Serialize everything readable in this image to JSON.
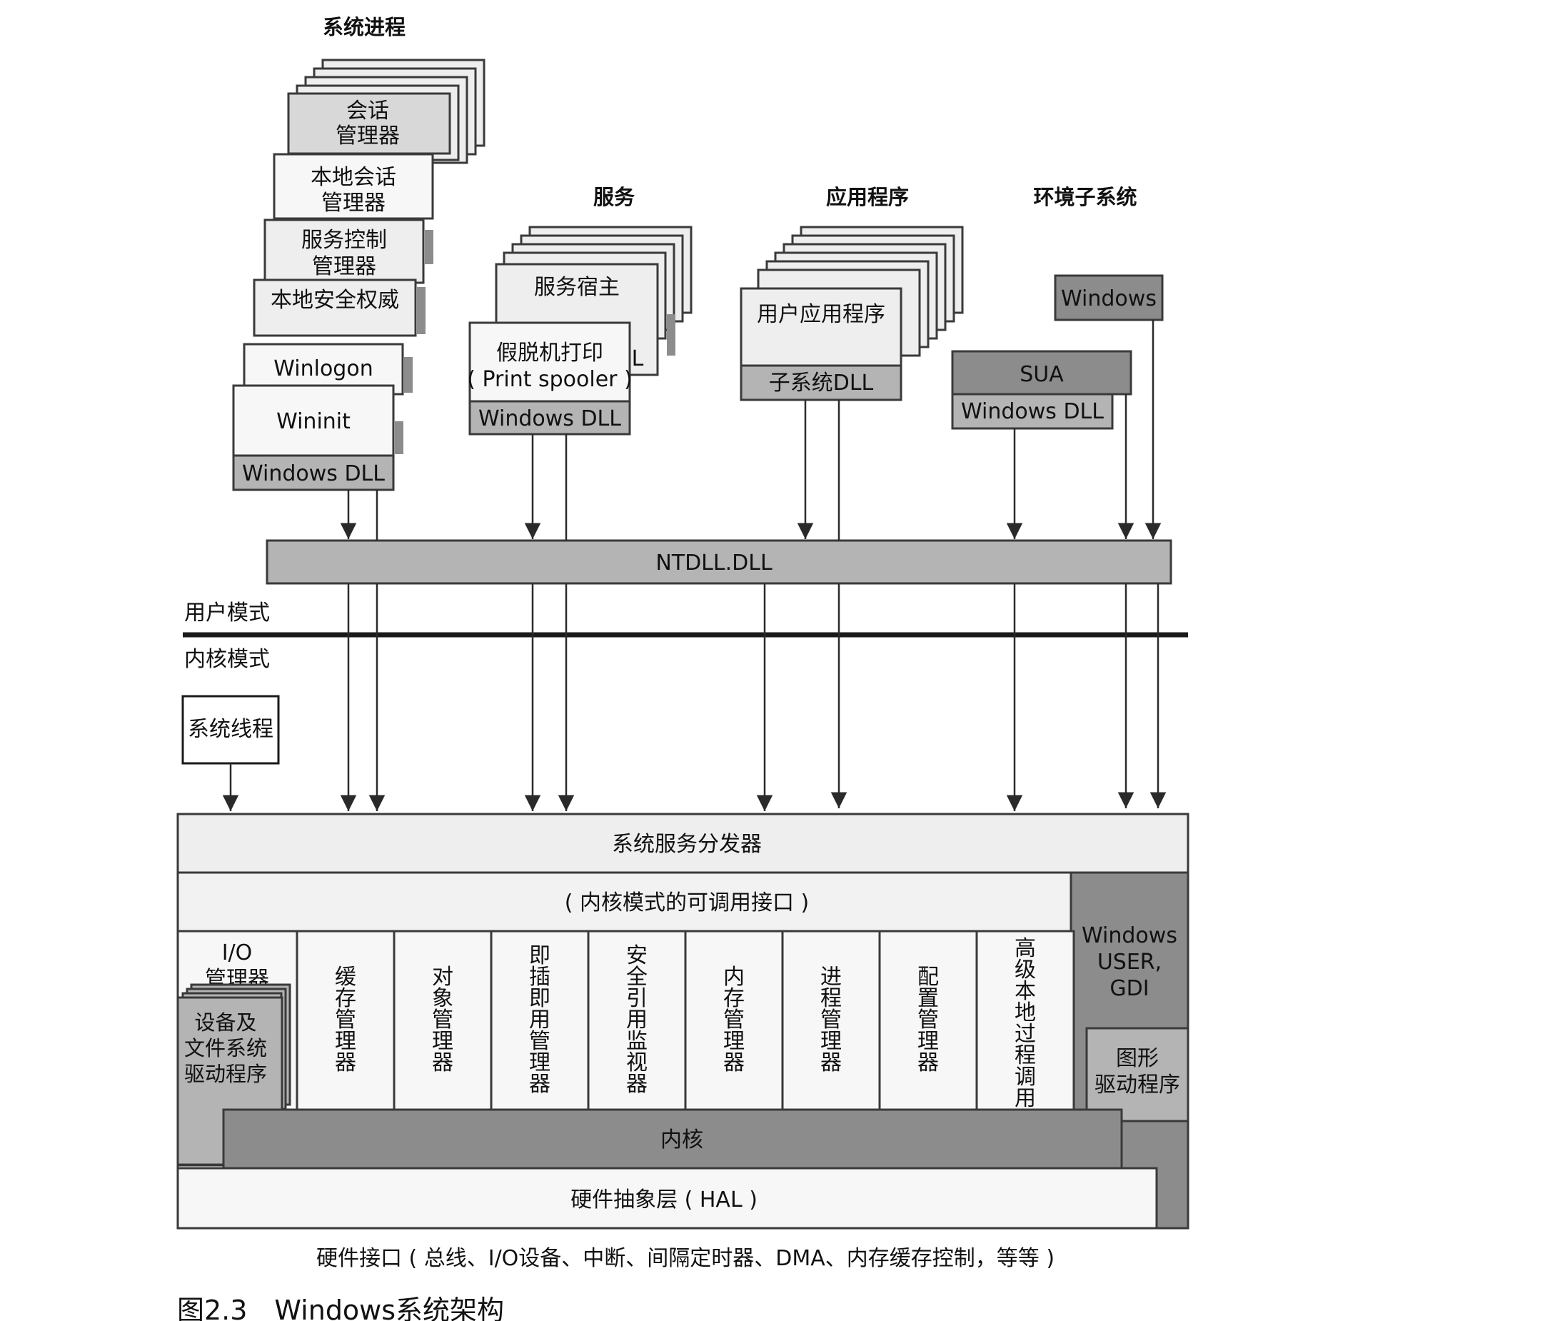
{
  "headings": {
    "system_processes": "系统进程",
    "services": "服务",
    "applications": "应用程序",
    "environment_subsystems": "环境子系统"
  },
  "system_processes": {
    "session_manager": [
      "会话",
      "管理器"
    ],
    "local_session_manager": [
      "本地会话",
      "管理器"
    ],
    "service_control_manager": [
      "服务控制",
      "管理器"
    ],
    "lsa": "本地安全权威",
    "winlogon": "Winlogon",
    "wininit": "Wininit",
    "dll": "Windows DLL"
  },
  "services": {
    "service_host": "服务宿主",
    "spooler": [
      "假脱机打印",
      "( Print spooler )"
    ],
    "dll": "Windows DLL",
    "hidden_fragment": "L"
  },
  "applications": {
    "user_app": "用户应用程序",
    "dll": "子系统DLL"
  },
  "environment_subsystems": {
    "windows": "Windows",
    "sua": "SUA",
    "dll": "Windows DLL"
  },
  "ntdll": "NTDLL.DLL",
  "user_mode": "用户模式",
  "kernel_mode": "内核模式",
  "system_threads": "系统线程",
  "executive": {
    "dispatcher": "系统服务分发器",
    "interface": "( 内核模式的可调用接口 )",
    "io_manager": [
      "I/O",
      "管理器"
    ],
    "drivers": [
      "设备及",
      "文件系统",
      "驱动程序"
    ],
    "columns": [
      {
        "key": "cache",
        "label": "缓存管理器"
      },
      {
        "key": "object",
        "label": "对象管理器"
      },
      {
        "key": "pnp",
        "label": "即插即用管理器"
      },
      {
        "key": "security",
        "label": "安全引用监视器"
      },
      {
        "key": "memory",
        "label": "内存管理器"
      },
      {
        "key": "process",
        "label": "进程管理器"
      },
      {
        "key": "config",
        "label": "配置管理器"
      },
      {
        "key": "alpc",
        "label": "高级本地过程调用"
      }
    ],
    "win32k": [
      "Windows",
      "USER,",
      "GDI"
    ],
    "graphics_drivers": [
      "图形",
      "驱动程序"
    ],
    "kernel": "内核",
    "hal": "硬件抽象层 ( HAL )"
  },
  "hardware_interfaces": "硬件接口 ( 总线、I/O设备、中断、间隔定时器、DMA、内存缓存控制，等等 )",
  "caption": "图2.3　Windows系统架构",
  "colors": {
    "light_box": "#eeeeee",
    "mid_gray": "#b4b4b4",
    "dark_gray": "#8c8c8c",
    "white_box": "#f7f7f7",
    "line": "#2a2a2a"
  }
}
